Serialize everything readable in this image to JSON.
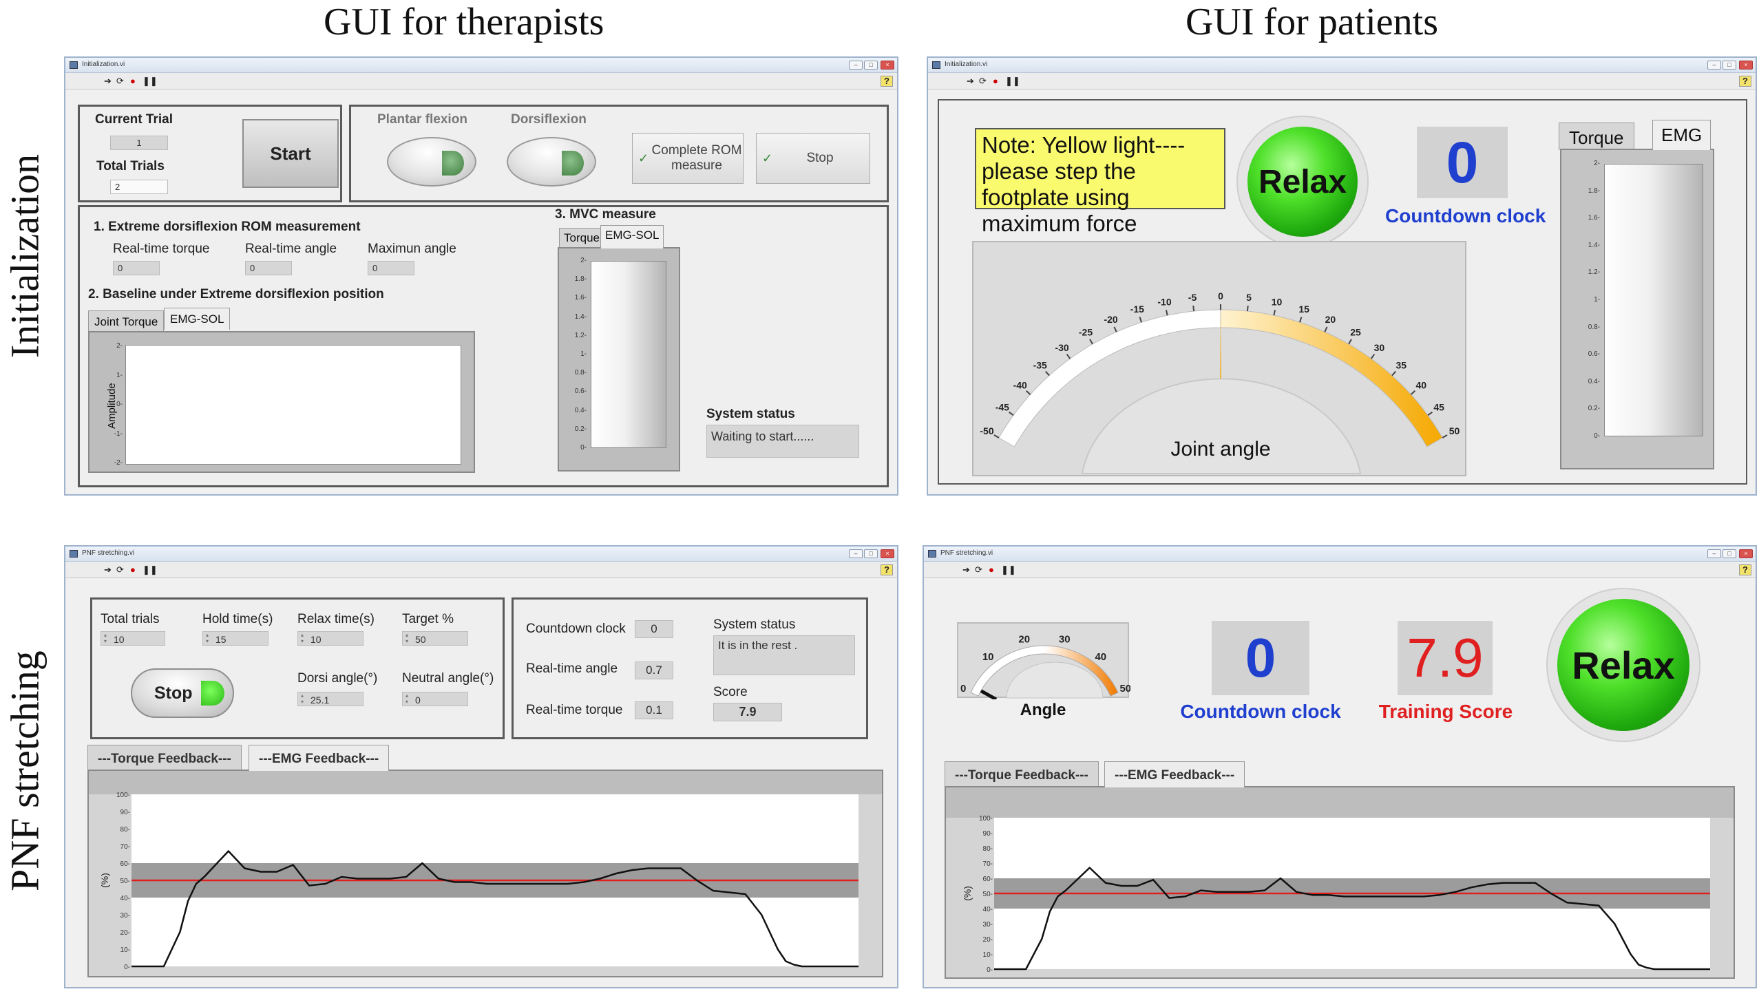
{
  "headings": {
    "therapists": "GUI for therapists",
    "patients": "GUI for patients"
  },
  "row_labels": {
    "initialization": "Initialization",
    "stretching": "PNF stretching"
  },
  "windows": {
    "init_title": "Initialization.vi",
    "pnf_title": "PNF stretching.vi",
    "help": "?",
    "min": "–",
    "max": "□",
    "close": "×"
  },
  "therapist_init": {
    "current_trial_label": "Current Trial",
    "current_trial_value": "1",
    "total_trials_label": "Total Trials",
    "total_trials_value": "2",
    "start_label": "Start",
    "plantar_label": "Plantar flexion",
    "dorsi_label": "Dorsiflexion",
    "complete_rom_label": "Complete ROM measure",
    "stop_label": "Stop",
    "section1_title": "1. Extreme dorsiflexion ROM measurement",
    "rt_torque_label": "Real-time torque",
    "rt_torque_value": "0",
    "rt_angle_label": "Real-time angle",
    "rt_angle_value": "0",
    "max_angle_label": "Maximun angle",
    "max_angle_value": "0",
    "section2_title": "2. Baseline under Extreme dorsiflexion position",
    "tab_joint_torque": "Joint Torque",
    "tab_emg_sol": "EMG-SOL",
    "amplitude_label": "Amplitude",
    "baseline_ticks": [
      "2-",
      "1-",
      "0-",
      "-1-",
      "-2-"
    ],
    "section3_title": "3. MVC measure",
    "tab_torque": "Torque",
    "tab_emg_sol_b": "EMG-SOL",
    "mvc_ticks": [
      "2-",
      "1.8-",
      "1.6-",
      "1.4-",
      "1.2-",
      "1-",
      "0.8-",
      "0.6-",
      "0.4-",
      "0.2-",
      "0-"
    ],
    "mvc_level": 0,
    "status_label": "System status",
    "status_value": "Waiting to start......"
  },
  "patient_init": {
    "note_text": "Note: Yellow light---- please step the footplate using  maximum force",
    "led_label": "Relax",
    "countdown_value": "0",
    "countdown_label": "Countdown clock",
    "tab_torque": "Torque",
    "tab_emg": "EMG",
    "emg_ticks": [
      "2-",
      "1.8-",
      "1.6-",
      "1.4-",
      "1.2-",
      "1-",
      "0.8-",
      "0.6-",
      "0.4-",
      "0.2-",
      "0-"
    ],
    "emg_level": 0,
    "gauge_ticks": [
      "-50",
      "-45",
      "-40",
      "-35",
      "-30",
      "-25",
      "-20",
      "-15",
      "-10",
      "-5",
      "0",
      "5",
      "10",
      "15",
      "20",
      "25",
      "30",
      "35",
      "40",
      "45",
      "50"
    ],
    "gauge_value": 0,
    "gauge_label": "Joint angle",
    "colors": {
      "gauge_fill": "#f5a800",
      "led": "#36d01f"
    }
  },
  "therapist_pnf": {
    "total_trials_label": "Total trials",
    "total_trials_value": "10",
    "hold_label": "Hold time(s)",
    "hold_value": "15",
    "relax_label": "Relax time(s)",
    "relax_value": "10",
    "target_label": "Target %",
    "target_value": "50",
    "stop_label": "Stop",
    "dorsi_angle_label": "Dorsi angle(°)",
    "dorsi_angle_value": "25.1",
    "neutral_angle_label": "Neutral angle(°)",
    "neutral_angle_value": "0",
    "countdown_label": "Countdown clock",
    "countdown_value": "0",
    "rt_angle_label": "Real-time angle",
    "rt_angle_value": "0.7",
    "rt_torque_label": "Real-time torque",
    "rt_torque_value": "0.1",
    "status_label": "System status",
    "status_value": "It is in the rest .",
    "score_label": "Score",
    "score_value": "7.9",
    "tab_torque": "---Torque Feedback---",
    "tab_emg": "---EMG Feedback---"
  },
  "patient_pnf": {
    "angle_gauge_ticks": [
      "0",
      "10",
      "20",
      "30",
      "40",
      "50"
    ],
    "angle_label": "Angle",
    "countdown_value": "0",
    "countdown_label": "Countdown clock",
    "score_value": "7.9",
    "score_label": "Training Score",
    "led_label": "Relax",
    "tab_torque": "---Torque Feedback---",
    "tab_emg": "---EMG Feedback---",
    "colors": {
      "countdown": "#1f3fcf",
      "score": "#e02020"
    }
  },
  "chart_data": {
    "type": "line",
    "ylabel": "(%)",
    "ylim": [
      0,
      100
    ],
    "yticks": [
      "100-",
      "90-",
      "80-",
      "70-",
      "60-",
      "50-",
      "40-",
      "30-",
      "20-",
      "10-",
      "0-"
    ],
    "target_line": 50,
    "target_band": [
      40,
      60
    ],
    "x": [
      0,
      4,
      6,
      7,
      8,
      9,
      10,
      12,
      14,
      16,
      18,
      20,
      22,
      24,
      26,
      28,
      30,
      32,
      34,
      36,
      38,
      40,
      42,
      44,
      46,
      48,
      50,
      52,
      54,
      56,
      58,
      60,
      62,
      64,
      66,
      68,
      70,
      72,
      74,
      76,
      78,
      80,
      81,
      82,
      83,
      85,
      88,
      90
    ],
    "values": [
      0,
      0,
      20,
      38,
      48,
      52,
      57,
      67,
      57,
      55,
      55,
      59,
      47,
      48,
      52,
      51,
      51,
      51,
      52,
      60,
      51,
      49,
      49,
      48,
      48,
      48,
      48,
      48,
      48,
      49,
      51,
      54,
      56,
      57,
      57,
      57,
      50,
      44,
      43,
      42,
      30,
      10,
      3,
      1,
      0,
      0,
      0,
      0
    ],
    "colors": {
      "line": "#111111",
      "target": "#e02020",
      "band": "#9c9c9c"
    }
  }
}
